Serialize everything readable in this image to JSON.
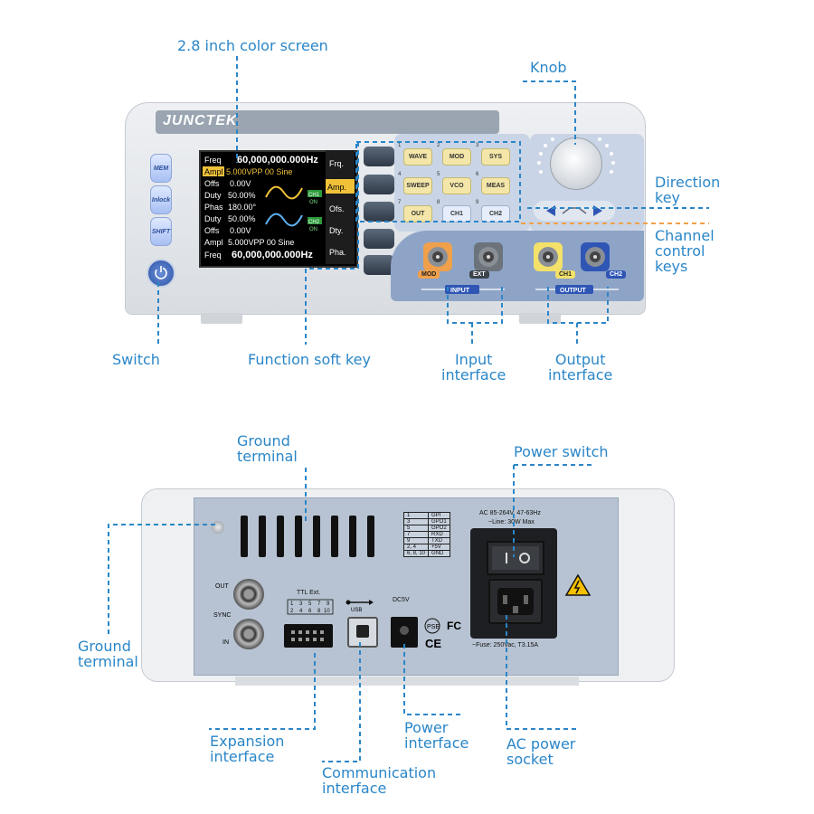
{
  "labels": {
    "screen": "2.8 inch color screen",
    "knob": "Knob",
    "direction_key": [
      "Direction",
      "key"
    ],
    "channel_control_keys": [
      "Channel",
      "control",
      "keys"
    ],
    "switch": "Switch",
    "function_soft_key": "Function soft key",
    "input_interface": [
      "Input",
      "interface"
    ],
    "output_interface": [
      "Output",
      "interface"
    ],
    "ground_terminal_top": [
      "Ground",
      "terminal"
    ],
    "power_switch": "Power switch",
    "ground_terminal_left": [
      "Ground",
      "terminal"
    ],
    "expansion_interface": [
      "Expansion",
      "interface"
    ],
    "communication_interface": [
      "Communication",
      "interface"
    ],
    "power_interface": [
      "Power",
      "interface"
    ],
    "ac_power_socket": [
      "AC power",
      "socket"
    ]
  },
  "front": {
    "brand": "JUNCTEK",
    "side_buttons": [
      "MEM",
      "Inlock",
      "SHIFT"
    ],
    "screen_rows": [
      {
        "k": "Freq",
        "v": "60,000,000.000Hz"
      },
      {
        "k": "Ampl",
        "v": "5.000VPP   00  Sine"
      },
      {
        "k": "Offs",
        "v": "0.00V"
      },
      {
        "k": "Duty",
        "v": "50.00%"
      },
      {
        "k": "Phas",
        "v": "180.00°"
      },
      {
        "k": "Duty",
        "v": "50.00%"
      },
      {
        "k": "Offs",
        "v": "0.00V"
      },
      {
        "k": "Ampl",
        "v": "5.000VPP   00  Sine"
      },
      {
        "k": "Freq",
        "v": "60,000,000.000Hz"
      }
    ],
    "ch_tags": [
      "CH1",
      "ON",
      "CH2",
      "ON"
    ],
    "menu": [
      "Frq.",
      "Amp.",
      "Ofs.",
      "Dty.",
      "Pha."
    ],
    "keys": [
      {
        "n": "1",
        "label": "WAVE"
      },
      {
        "n": "2",
        "label": "MOD"
      },
      {
        "n": "3",
        "label": "SYS"
      },
      {
        "n": "4",
        "label": "SWEEP"
      },
      {
        "n": "5",
        "label": "VCO"
      },
      {
        "n": "6",
        "label": "MEAS"
      },
      {
        "n": "7",
        "label": "OUT"
      },
      {
        "n": "8",
        "label": "CH1"
      },
      {
        "n": "9",
        "label": "CH2"
      }
    ],
    "bnc": [
      "MOD",
      "EXT",
      "CH1",
      "CH2"
    ],
    "group_input": "INPUT",
    "group_output": "OUTPUT"
  },
  "back": {
    "ac_text": [
      "AC  85-264V, 47-63Hz",
      "~Line: 30W Max"
    ],
    "fuse_text": "~Fuse: 250Vac, T3.15A",
    "pin_table": [
      [
        "1",
        "GPI"
      ],
      [
        "3",
        "GPO1"
      ],
      [
        "5",
        "GPO2"
      ],
      [
        "7",
        "RXD"
      ],
      [
        "9",
        "TXD"
      ],
      [
        "2, 4",
        "+5V"
      ],
      [
        "6, 8, 10",
        "GND"
      ]
    ],
    "ttl_title": "TTL Ext.",
    "ttl_top": [
      "1",
      "3",
      "5",
      "7",
      "9"
    ],
    "ttl_bottom": [
      "2",
      "4",
      "6",
      "8",
      "10"
    ],
    "sync": [
      "OUT",
      "SYNC",
      "IN"
    ],
    "usb": "USB",
    "dc": "DC5V",
    "marks": [
      "PSE",
      "FC",
      "CE"
    ]
  },
  "colors": {
    "callout": "#2a86c8",
    "orange": "#f0a04b",
    "yellow": "#f3e16a",
    "blue_ring": "#2f56b5"
  }
}
